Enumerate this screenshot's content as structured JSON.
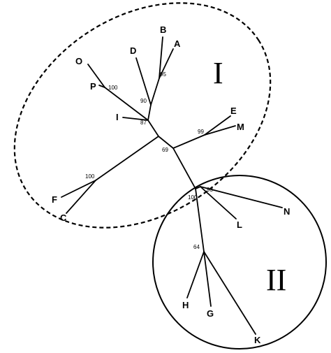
{
  "groups": {
    "group_1": {
      "label": "I"
    },
    "group_2": {
      "label": "II"
    }
  },
  "tips": {
    "B": "B",
    "A": "A",
    "D": "D",
    "O": "O",
    "P": "P",
    "I": "I",
    "E": "E",
    "M": "M",
    "F": "F",
    "C": "C",
    "N": "N",
    "L": "L",
    "H": "H",
    "G": "G",
    "K": "K"
  },
  "support": {
    "BA": "95",
    "DBA": "90",
    "OP": "100",
    "IDBAOP": "87",
    "EM": "99",
    "inner": "69",
    "FC": "100",
    "clade2": "93",
    "root": "100",
    "HGK": "64"
  }
}
